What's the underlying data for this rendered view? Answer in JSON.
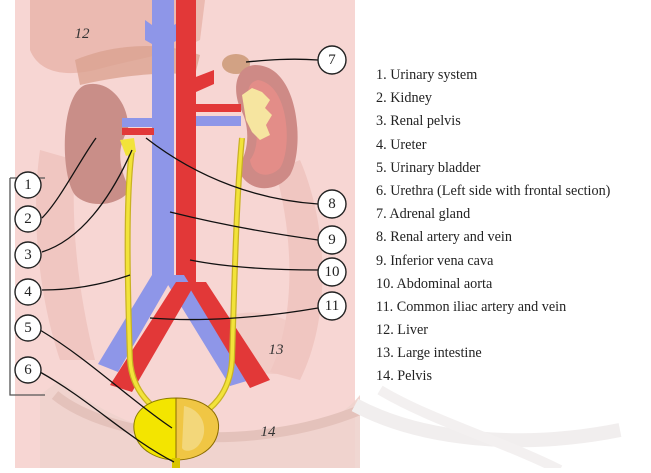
{
  "colors": {
    "background": "#ffffff",
    "body_shape": "#f7d6d3",
    "organ_shading": "#e8b8b0",
    "liver": "#d9a79a",
    "kidney": "#c9908c",
    "kidney_section": "#e88a86",
    "renal_pelvis": "#f5e08a",
    "ureter": "#f2e23a",
    "bladder": "#f0e000",
    "bladder_section": "#f0c84a",
    "vein": "#8f96e6",
    "artery": "#e03a3a",
    "pelvis_bone": "#eed6d0",
    "label_line": "#111111"
  },
  "callouts": [
    {
      "id": 1,
      "text": "1"
    },
    {
      "id": 2,
      "text": "2"
    },
    {
      "id": 3,
      "text": "3"
    },
    {
      "id": 4,
      "text": "4"
    },
    {
      "id": 5,
      "text": "5"
    },
    {
      "id": 6,
      "text": "6"
    },
    {
      "id": 7,
      "text": "7"
    },
    {
      "id": 8,
      "text": "8"
    },
    {
      "id": 9,
      "text": "9"
    },
    {
      "id": 10,
      "text": "10"
    },
    {
      "id": 11,
      "text": "11"
    },
    {
      "id": 12,
      "text": "12"
    },
    {
      "id": 13,
      "text": "13"
    },
    {
      "id": 14,
      "text": "14"
    }
  ],
  "legend": [
    "1. Urinary system",
    "2. Kidney",
    "3. Renal pelvis",
    "4. Ureter",
    "5. Urinary bladder",
    "6. Urethra (Left side with frontal section)",
    "7. Adrenal gland",
    "8. Renal artery and vein",
    "9. Inferior vena cava",
    "10. Abdominal aorta",
    "11. Common iliac artery and vein",
    "12. Liver",
    "13. Large intestine",
    "14. Pelvis"
  ]
}
